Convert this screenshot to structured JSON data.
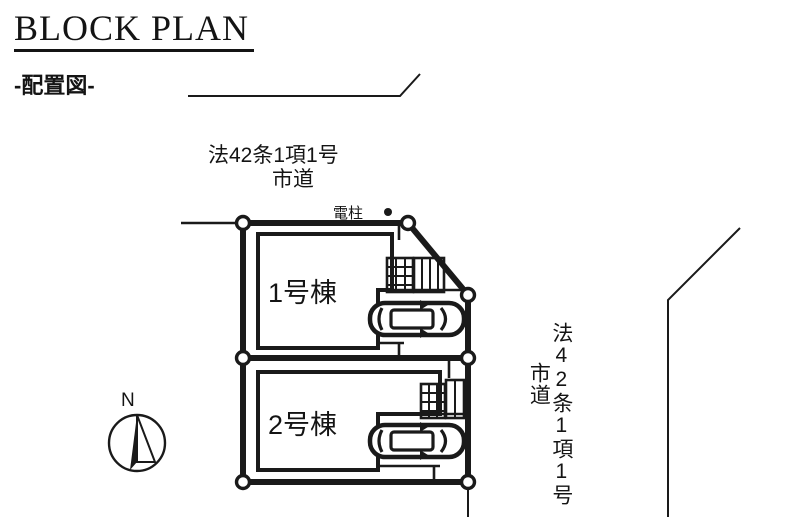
{
  "title": {
    "main": "BLOCK PLAN",
    "sub": "-配置図-"
  },
  "plan": {
    "road_top": {
      "line1": "法42条1項1号",
      "line2": "市道"
    },
    "road_right": {
      "line1": "法42条1項1号",
      "line2": "市道"
    },
    "utility_pole_label": "電柱",
    "compass_label": "N",
    "lots": [
      {
        "label": "1号棟"
      },
      {
        "label": "2号棟"
      }
    ]
  },
  "colors": {
    "ink": "#1a1a1a",
    "paper": "#ffffff"
  }
}
